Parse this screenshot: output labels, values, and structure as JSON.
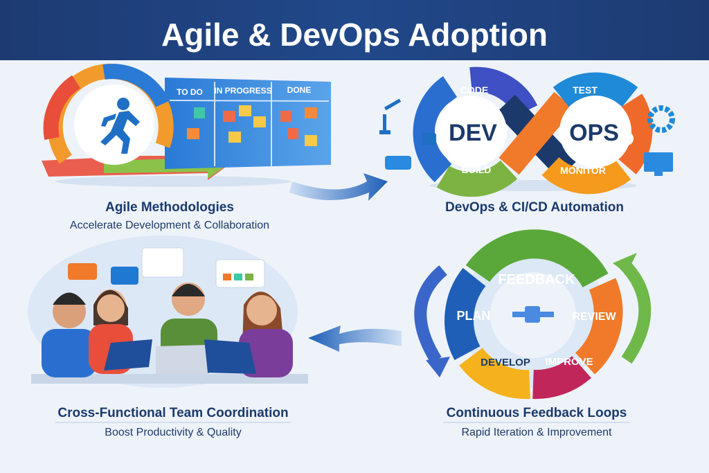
{
  "title": "Agile & DevOps Adoption",
  "agile": {
    "board_columns": [
      "TO DO",
      "IN PROGRESS",
      "DONE"
    ],
    "title": "Agile Methodologies",
    "subtitle": "Accelerate Development & Collaboration"
  },
  "devops": {
    "stages": [
      "CODE",
      "BUILD",
      "TEST",
      "MONITOR"
    ],
    "dev_label": "DEV",
    "ops_label": "OPS",
    "title": "DevOps & CI/CD Automation"
  },
  "team": {
    "title": "Cross-Functional Team Coordination",
    "subtitle": "Boost Productivity & Quality"
  },
  "feedback": {
    "stages": [
      "FEEDBACK",
      "PLAN",
      "REVIEW",
      "DEVELOP",
      "IMPROVE"
    ],
    "title": "Continuous Feedback Loops",
    "subtitle": "Rapid Iteration & Improvement"
  },
  "colors": {
    "header": "#1e3f7c",
    "navy": "#1b3a6b",
    "orange": "#f07a2a",
    "green": "#7cb342",
    "blue": "#1f78d1"
  }
}
